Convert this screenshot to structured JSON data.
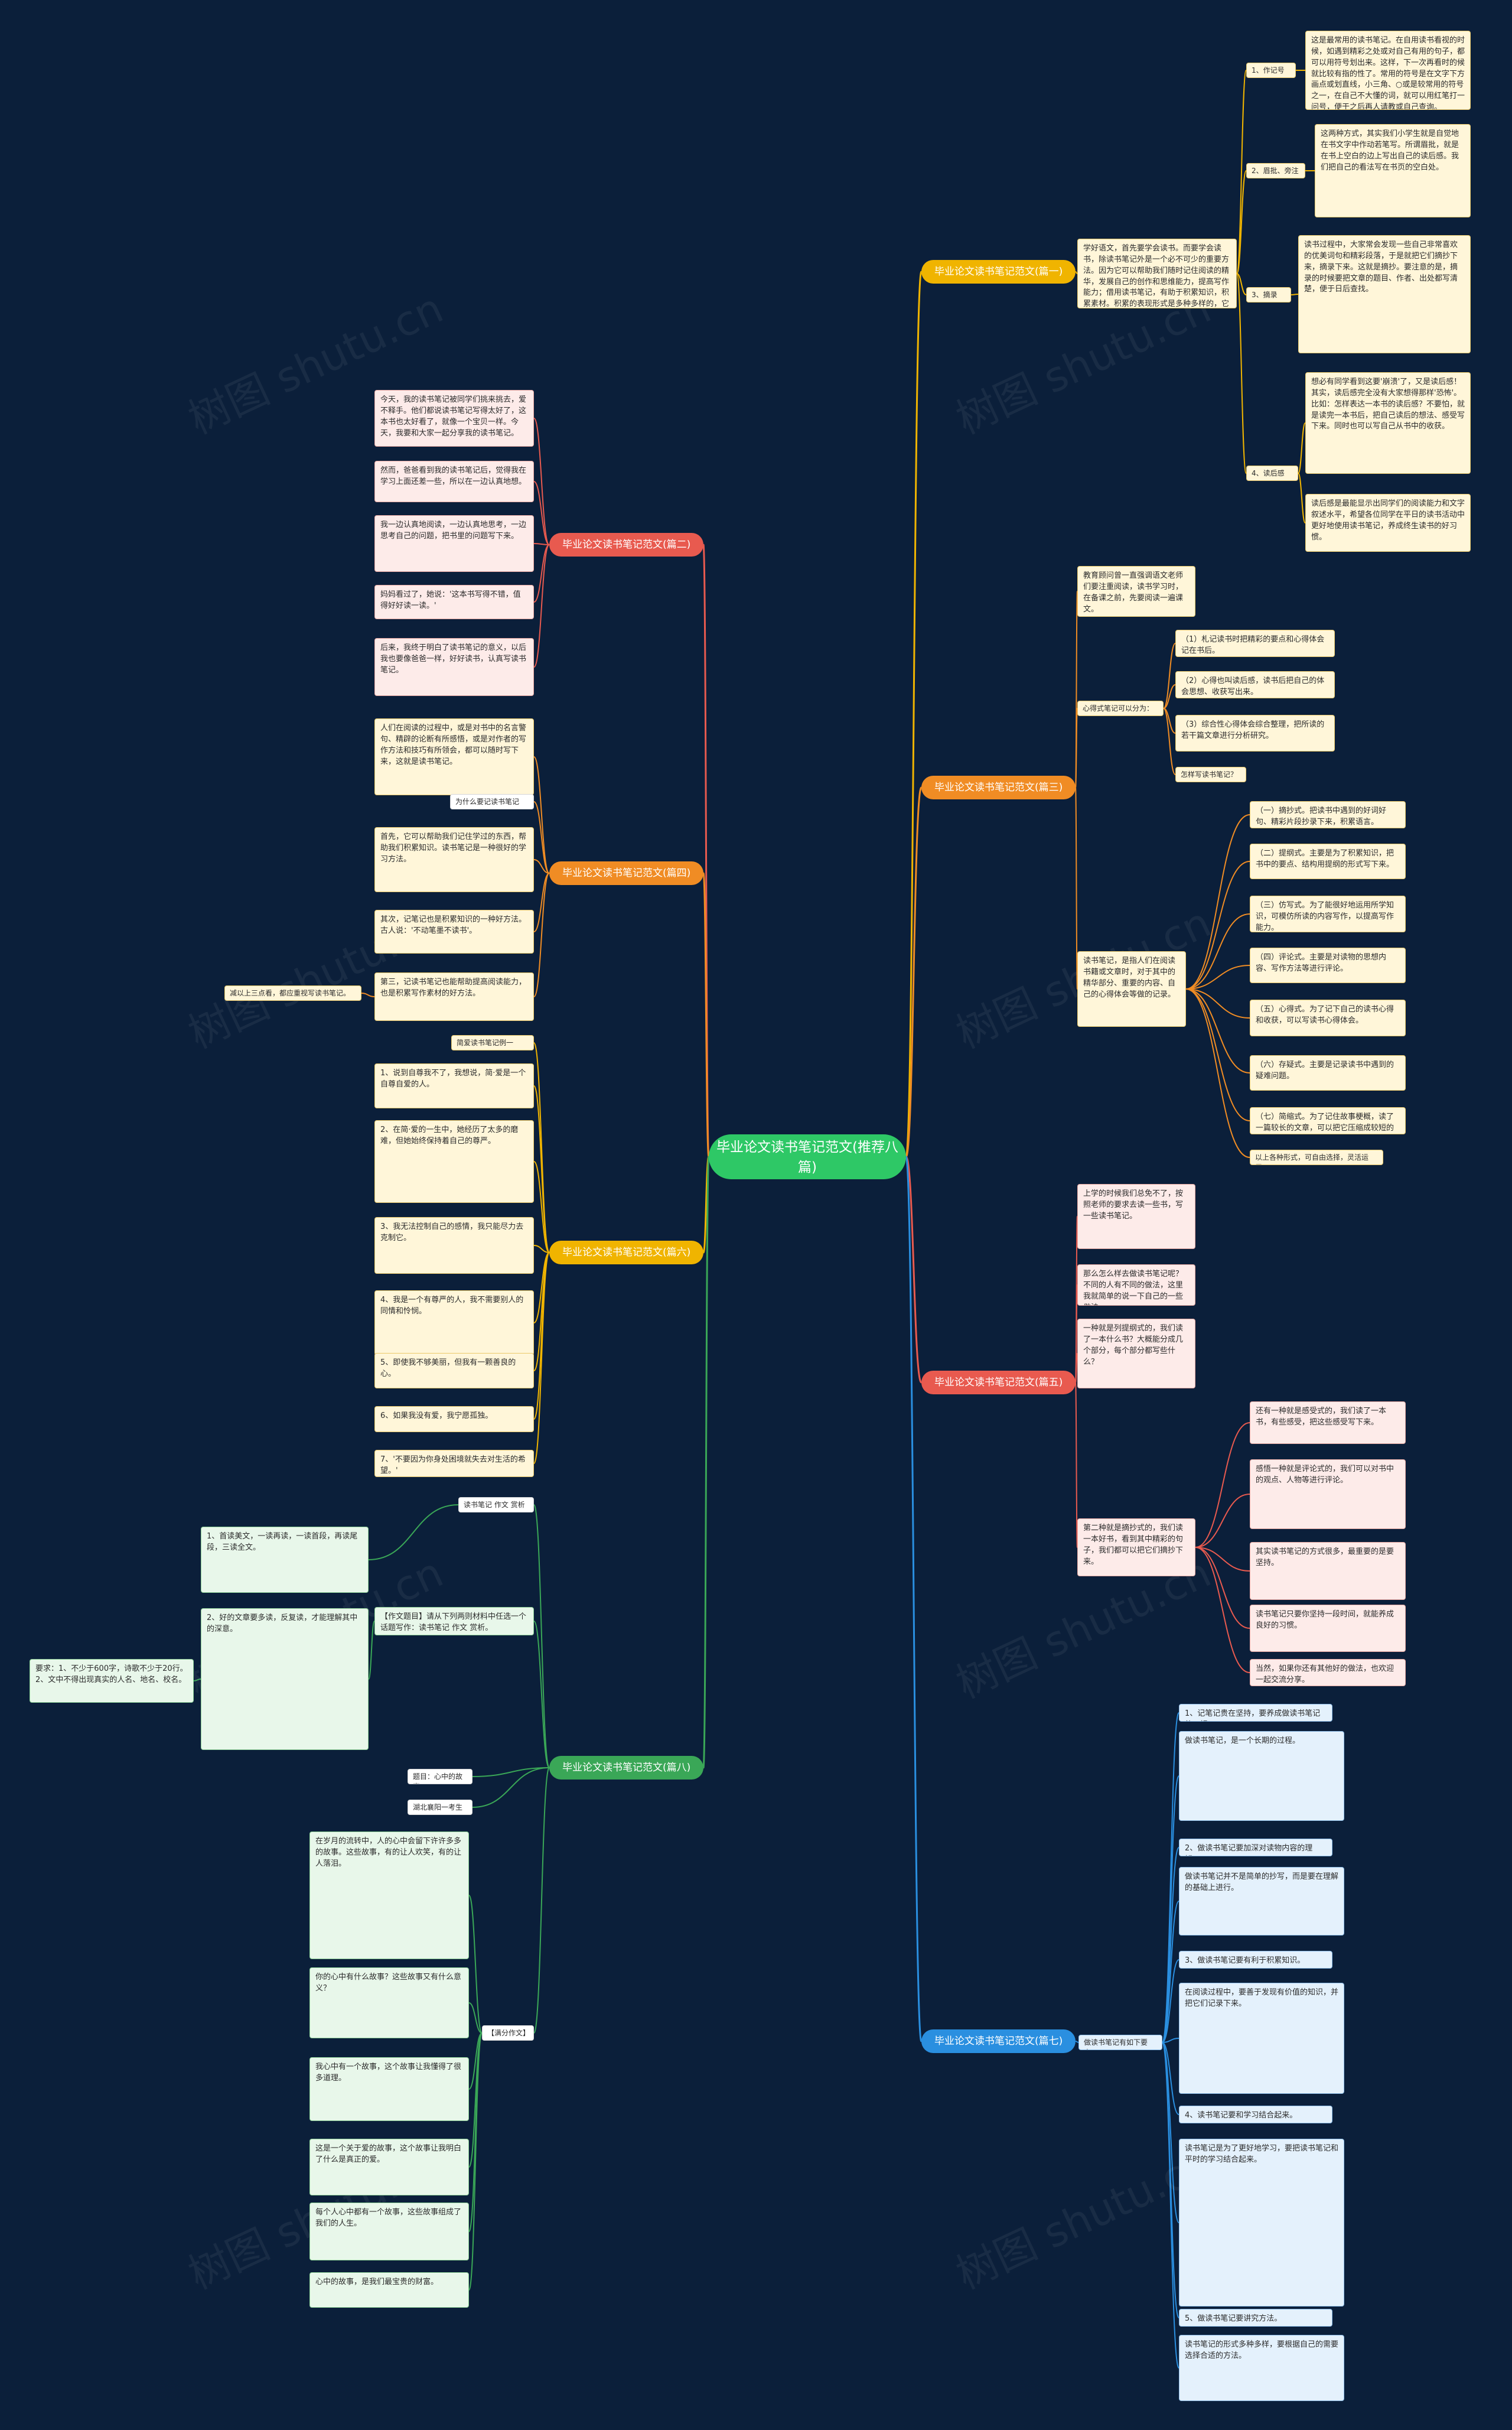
{
  "root": {
    "label": "毕业论文读书笔记范文(推荐八篇)"
  },
  "branches": {
    "b1": "毕业论文读书笔记范文(篇一)",
    "b2": "毕业论文读书笔记范文(篇二)",
    "b3": "毕业论文读书笔记范文(篇三)",
    "b4": "毕业论文读书笔记范文(篇四)",
    "b5": "毕业论文读书笔记范文(篇五)",
    "b6": "毕业论文读书笔记范文(篇六)",
    "b7": "毕业论文读书笔记范文(篇七)",
    "b8": "毕业论文读书笔记范文(篇八)"
  },
  "b1": {
    "intro": "学好语文，首先要学会读书。而要学会读书，除读书笔记外是一个必不可少的重要方法。因为它可以帮助我们随时记住阅读的精华，发展自己的创作和思维能力，提高写作能力；借用读书笔记，有助于积累知识，积累素材。积累的表现形式是多种多样的，它们是读书笔记的最基本、最常用的形式。",
    "item1": "1、作记号",
    "item1_text": "这是最常用的读书笔记。在自用读书看视的时候，如遇到精彩之处或对自己有用的句子，都可以用符号划出来。这样，下一次再看时的候就比较有指的性了。常用的符号是在文字下方画点或划直线，小三角、○或是较常用的符号之一，在自己不大懂的词，就可以用红笔打一问号，便于之后再人请教或自己查询。",
    "item2": "2、眉批、旁注",
    "item2_text": "这两种方式，其实我们小学生就是自觉地在书文字中作动若笔写。所谓眉批，就是在书上空白的边上写出自己的读后感。我们把自己的看法写在书页的空白处。",
    "item3": "3、摘录",
    "item3_text": "读书过程中，大家常会发现一些自己非常喜欢的优美词句和精彩段落，于是就把它们摘抄下来，摘录下来。这就是摘抄。要注意的是，摘录的时候要把文章的题目、作者、出处都写清楚，便于日后查找。",
    "item4": "4、读后感",
    "item4_text1": "想必有同学看到这要'崩溃'了，又是读后感！其实，读后感完全没有大家想得那样'恐怖'。比如：怎样表达一本书的读后感？不要怕，就是读完一本书后，把自己读后的想法、感受写下来。同时也可以写自己从书中的收获。",
    "item4_text2": "读后感是最能显示出同学们的阅读能力和文字叙述水平，希望各位同学在平日的读书活动中更好地使用读书笔记，养成终生读书的好习惯。"
  },
  "b2": {
    "p1": "今天，我的读书笔记被同学们挑来挑去，爱不释手。他们都说读书笔记写得太好了，这本书也太好看了，就像一个宝贝一样。今天，我要和大家一起分享我的读书笔记。",
    "p2": "然而，爸爸看到我的读书笔记后，觉得我在学习上面还差一些，所以在一边认真地想。",
    "p3": "我一边认真地阅读，一边认真地思考，一边思考自己的问题，把书里的问题写下来。",
    "p4": "妈妈看过了，她说：'这本书写得不错，值得好好读一读。'",
    "p5": "后来，我终于明白了读书笔记的意义，以后我也要像爸爸一样，好好读书，认真写读书笔记。"
  },
  "b3": {
    "intro": "教育顾问曾一直强调语文老师们要注重阅读，读书学习时，在备课之前，先要阅读一遍课文。",
    "q": "心得式笔记可以分为：",
    "q_1": "（1）札记读书时把精彩的要点和心得体会记在书后。",
    "q_2": "（2）心得也叫读后感，读书后把自己的体会思想、收获写出来。",
    "q_3": "（3）综合性心得体会综合整理，把所读的若干篇文章进行分析研究。",
    "q_4": "怎样写读书笔记？",
    "main": "读书笔记，是指人们在阅读书籍或文章时，对于其中的精华部分、重要的内容、自己的心得体会等做的记录。",
    "t1": "（一）摘抄式。把读书中遇到的好词好句、精彩片段抄录下来，积累语言。",
    "t2": "（二）提纲式。主要是为了积累知识，把书中的要点、结构用提纲的形式写下来。",
    "t3": "（三）仿写式。为了能很好地运用所学知识，可模仿所读的内容写作，以提高写作能力。",
    "t4": "（四）评论式。主要是对读物的思想内容、写作方法等进行评论。",
    "t5": "（五）心得式。为了记下自己的读书心得和收获，可以写读书心得体会。",
    "t6": "（六）存疑式。主要是记录读书中遇到的疑难问题。",
    "t7": "（七）简缩式。为了记住故事梗概，读了一篇较长的文章，可以把它压缩成较短的文章。",
    "t8": "以上各种形式，可自由选择，灵活运用。"
  },
  "b4": {
    "p1": "人们在阅读的过程中，或是对书中的名言警句、精辟的论断有所感悟，或是对作者的写作方法和技巧有所领会，都可以随时写下来，这就是读书笔记。",
    "label": "为什么要记读书笔记",
    "p2": "首先，它可以帮助我们记住学过的东西，帮助我们积累知识。读书笔记是一种很好的学习方法。",
    "p3": "其次，记笔记也是积累知识的一种好方法。古人说：'不动笔墨不读书'。",
    "p4": "第三，记读书笔记也能帮助提高阅读能力，也是积累写作素材的好方法。",
    "side": "减以上三点看，都应重视写读书笔记。"
  },
  "b5": {
    "intro": "上学的时候我们总免不了，按照老师的要求去读一些书，写一些读书笔记。",
    "q1": "那么怎么样去做读书笔记呢？不同的人有不同的做法，这里我就简单的说一下自己的一些做法。",
    "q2": "一种就是列提纲式的，我们读了一本什么书？大概能分成几个部分，每个部分都写些什么？",
    "b": "第二种就是摘抄式的，我们读一本好书，看到其中精彩的句子，我们都可以把它们摘抄下来。",
    "b_1": "还有一种就是感受式的，我们读了一本书，有些感受，把这些感受写下来。",
    "b_2": "感悟一种就是评论式的，我们可以对书中的观点、人物等进行评论。",
    "b_3": "其实读书笔记的方式很多，最重要的是要坚持。",
    "b_4": "读书笔记只要你坚持一段时间，就能养成良好的习惯。",
    "b_5": "当然，如果你还有其他好的做法，也欢迎一起交流分享。"
  },
  "b6": {
    "title": "简爱读书笔记例一",
    "p1": "1、说到自尊我不了，我想说，简·爱是一个自尊自爱的人。",
    "p2": "2、在简·爱的一生中，她经历了太多的磨难，但她始终保持着自己的尊严。",
    "p3": "3、我无法控制自己的感情，我只能尽力去克制它。",
    "p4": "4、我是一个有尊严的人，我不需要别人的同情和怜悯。",
    "p5": "5、即使我不够美丽，但我有一颗善良的心。",
    "p6": "6、如果我没有爱，我宁愿孤独。",
    "p7": "7、'不要因为你身处困境就失去对生活的希望。'"
  },
  "b8": {
    "title": "读书笔记 作文 赏析",
    "p1": "1、首读美文，一读再读，一读首段，再读尾段，三读全文。",
    "p2": "2、好的文章要多读，反复读，才能理解其中的深意。",
    "side1": "【作文题目】请从下列两则材料中任选一个话题写作：读书笔记 作文 赏析。",
    "side2": "要求：1、不少于600字，诗歌不少于20行。2、文中不得出现真实的人名、地名、校名。",
    "t1": "题目：心中的故事",
    "t2": "湖北襄阳一考生",
    "label": "【满分作文】",
    "e1": "在岁月的流转中，人的心中会留下许许多多的故事。这些故事，有的让人欢笑，有的让人落泪。",
    "e2": "你的心中有什么故事？这些故事又有什么意义？",
    "e3": "我心中有一个故事，这个故事让我懂得了很多道理。",
    "e4": "这是一个关于爱的故事，这个故事让我明白了什么是真正的爱。",
    "e5": "每个人心中都有一个故事，这些故事组成了我们的人生。",
    "e6": "心中的故事，是我们最宝贵的财富。"
  },
  "b7": {
    "head": "做读书笔记有如下要点：",
    "l1": "1、记笔记贵在坚持，要养成做读书笔记的习惯。",
    "l1_t": "做读书笔记，是一个长期的过程。",
    "l2": "2、做读书笔记要加深对读物内容的理解。",
    "l2_t": "做读书笔记并不是简单的抄写，而是要在理解的基础上进行。",
    "l3": "3、做读书笔记要有利于积累知识。",
    "l3_t": "在阅读过程中，要善于发现有价值的知识，并把它们记录下来。",
    "l4": "4、读书笔记要和学习结合起来。",
    "l4_t": "读书笔记是为了更好地学习，要把读书笔记和平时的学习结合起来。",
    "l5": "5、做读书笔记要讲究方法。",
    "l5_t": "读书笔记的形式多种多样，要根据自己的需要选择合适的方法。"
  },
  "colors": {
    "root": "#2ec866",
    "b1": "#f0b400",
    "b2": "#e85a4f",
    "b3": "#f08c24",
    "b4": "#f08c24",
    "b5": "#e85a4f",
    "b6": "#f0b400",
    "b7": "#2a8fe0",
    "b8": "#3aa757"
  }
}
